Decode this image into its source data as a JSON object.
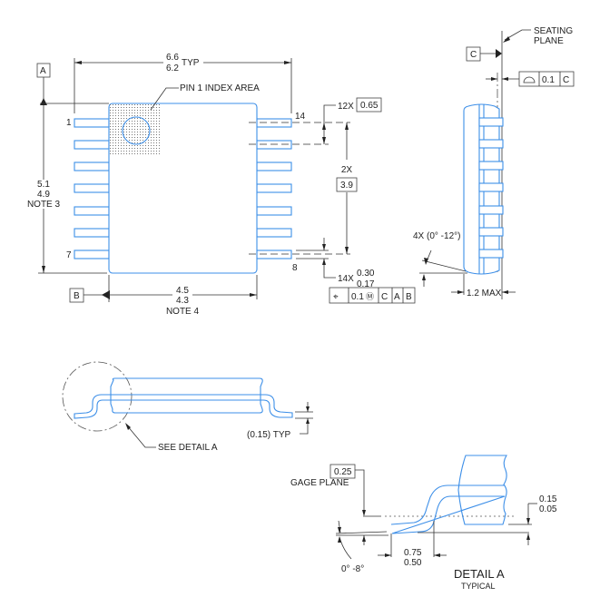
{
  "top_view": {
    "width_dim": {
      "max": "6.6",
      "min": "6.2",
      "suffix": "TYP"
    },
    "pin1_label": "PIN 1 INDEX AREA",
    "datum_a": "A",
    "datum_b": "B",
    "length_dim": {
      "max": "5.1",
      "min": "4.9",
      "note": "NOTE 3"
    },
    "body_width_dim": {
      "max": "4.5",
      "min": "4.3",
      "note": "NOTE 4"
    },
    "pin_labels": {
      "first": "1",
      "last_left": "7",
      "first_right": "14",
      "last_right": "8"
    },
    "pitch": {
      "count": "12X",
      "value": "0.65"
    },
    "span": {
      "count": "2X",
      "value": "3.9"
    },
    "lead_width": {
      "count": "14X",
      "max": "0.30",
      "min": "0.17"
    },
    "position_tolerance": {
      "symbol": "⌖",
      "value": "0.1",
      "modifier": "Ⓜ",
      "datums": [
        "C",
        "A",
        "B"
      ]
    }
  },
  "side_view": {
    "seating_plane": [
      "SEATING",
      "PLANE"
    ],
    "datum_c": "C",
    "profile_tolerance": {
      "symbol": "⌓",
      "value": "0.1",
      "datum": "C"
    },
    "angle": "4X (0° -12°)",
    "height": "1.2 MAX"
  },
  "end_view": {
    "see_detail": "SEE DETAIL  A",
    "lead_thickness": "(0.15) TYP"
  },
  "detail_a": {
    "gage_value": "0.25",
    "gage_label": "GAGE PLANE",
    "standoff": {
      "max": "0.15",
      "min": "0.05"
    },
    "foot_length": {
      "max": "0.75",
      "min": "0.50"
    },
    "foot_angle": "0° -8°",
    "title": "DETAIL A",
    "subtitle": "TYPICAL"
  }
}
